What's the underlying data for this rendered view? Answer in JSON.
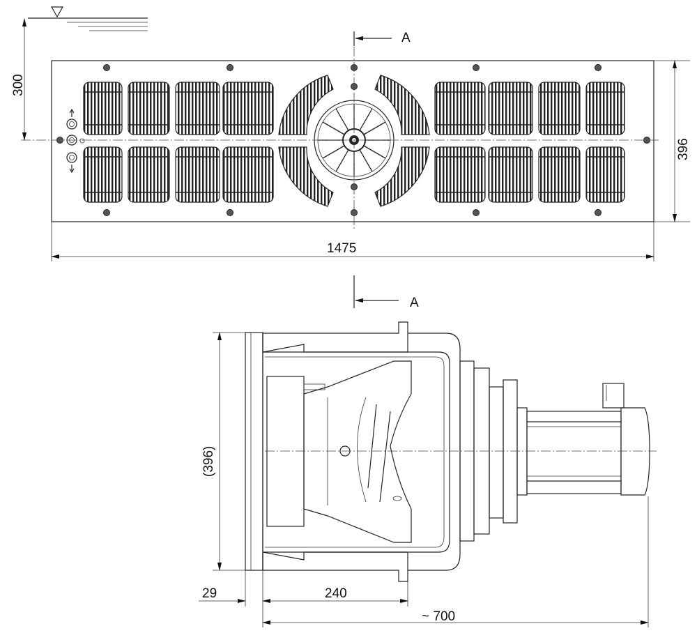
{
  "top_view": {
    "section_label": "A",
    "dim_height_to_water": "300",
    "dim_plate_height": "396",
    "dim_plate_width": "1475"
  },
  "side_view": {
    "section_label": "A",
    "dim_flange_height": "(396)",
    "dim_flange_thickness": "29",
    "dim_housing_depth": "240",
    "dim_overall_length": "~ 700"
  },
  "colors": {
    "line": "#222222",
    "hatch": "#888888",
    "background": "#ffffff"
  }
}
